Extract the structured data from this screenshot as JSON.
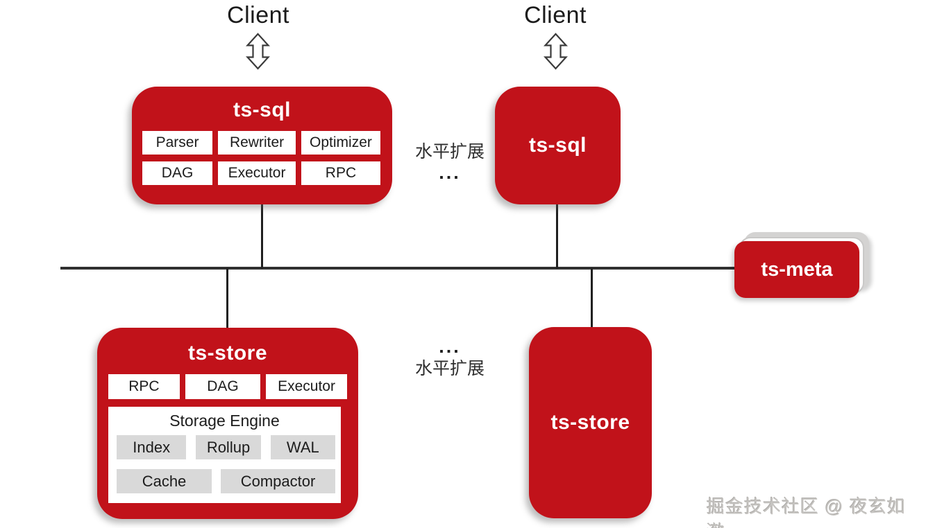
{
  "palette": {
    "node_red": "#c1121a",
    "chip_white": "#ffffff",
    "chip_gray": "#d9d9d9",
    "line_dark": "#303030"
  },
  "clients": {
    "left": "Client",
    "right": "Client"
  },
  "scale_note_top": {
    "label": "水平扩展",
    "dots": "..."
  },
  "scale_note_bottom": {
    "label": "水平扩展",
    "dots": "..."
  },
  "ts_sql_detail": {
    "title": "ts-sql",
    "modules": [
      "Parser",
      "Rewriter",
      "Optimizer",
      "DAG",
      "Executor",
      "RPC"
    ]
  },
  "ts_sql_replica": {
    "title": "ts-sql"
  },
  "ts_meta": {
    "title": "ts-meta"
  },
  "ts_store_detail": {
    "title": "ts-store",
    "modules": [
      "RPC",
      "DAG",
      "Executor"
    ],
    "storage_engine": {
      "title": "Storage Engine",
      "modules_row1": [
        "Index",
        "Rollup",
        "WAL"
      ],
      "modules_row2": [
        "Cache",
        "Compactor"
      ]
    }
  },
  "ts_store_replica": {
    "title": "ts-store"
  },
  "watermark": "掘金技术社区 @ 夜玄如澈"
}
